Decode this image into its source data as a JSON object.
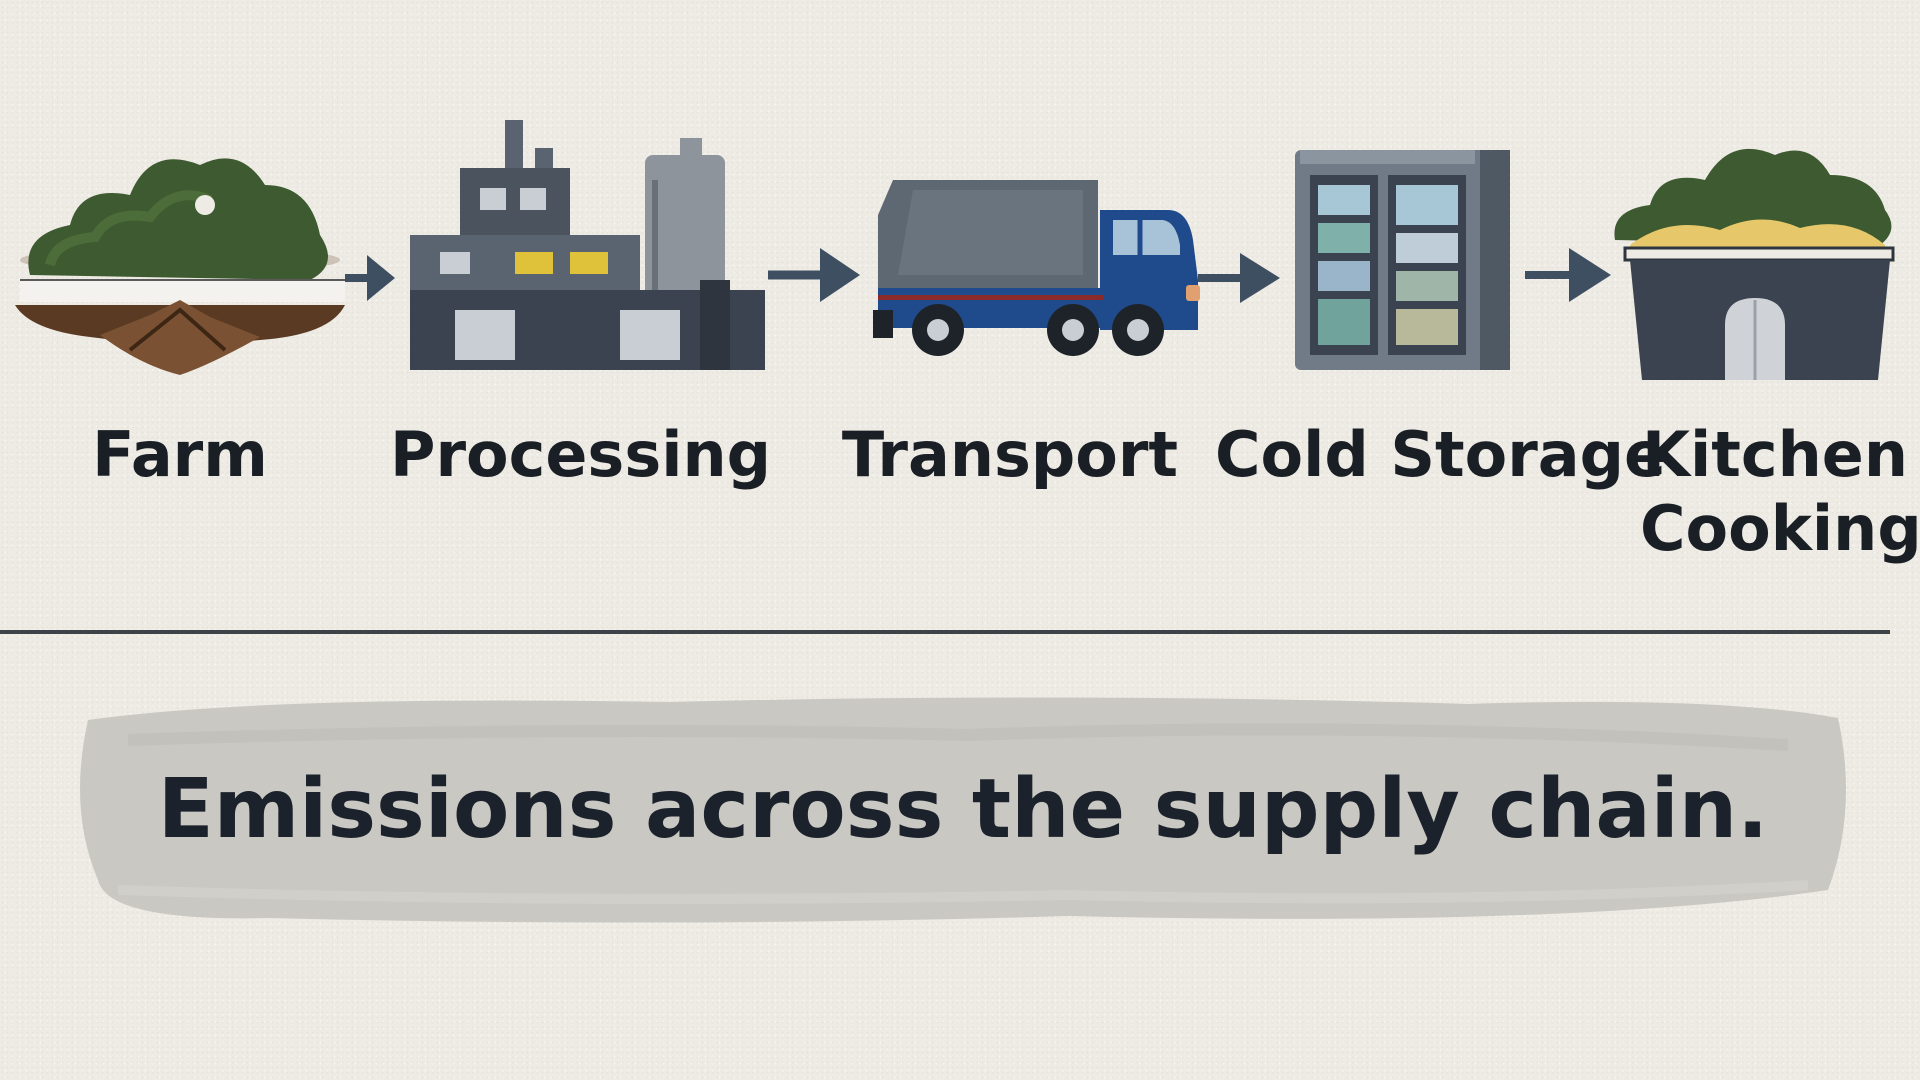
{
  "flow": {
    "stages": [
      {
        "label": "Farm",
        "icon": "farm-icon"
      },
      {
        "label": "Processing",
        "icon": "factory-icon"
      },
      {
        "label": "Transport",
        "icon": "truck-icon"
      },
      {
        "label": "Cold Storage",
        "icon": "refrigerator-icon"
      },
      {
        "label": "Kitchen\nCooking",
        "icon": "cooking-pot-icon"
      }
    ],
    "arrow_icon": "arrow-right-icon"
  },
  "caption": "Emissions across the supply chain.",
  "colors": {
    "foliage": "#3d5a30",
    "soil": "#5a3a22",
    "slate": "#3a434f",
    "truck_blue": "#1f4a8c",
    "arrow": "#3f4f62",
    "text": "#1a1f26",
    "banner": "#c9c8c3"
  }
}
